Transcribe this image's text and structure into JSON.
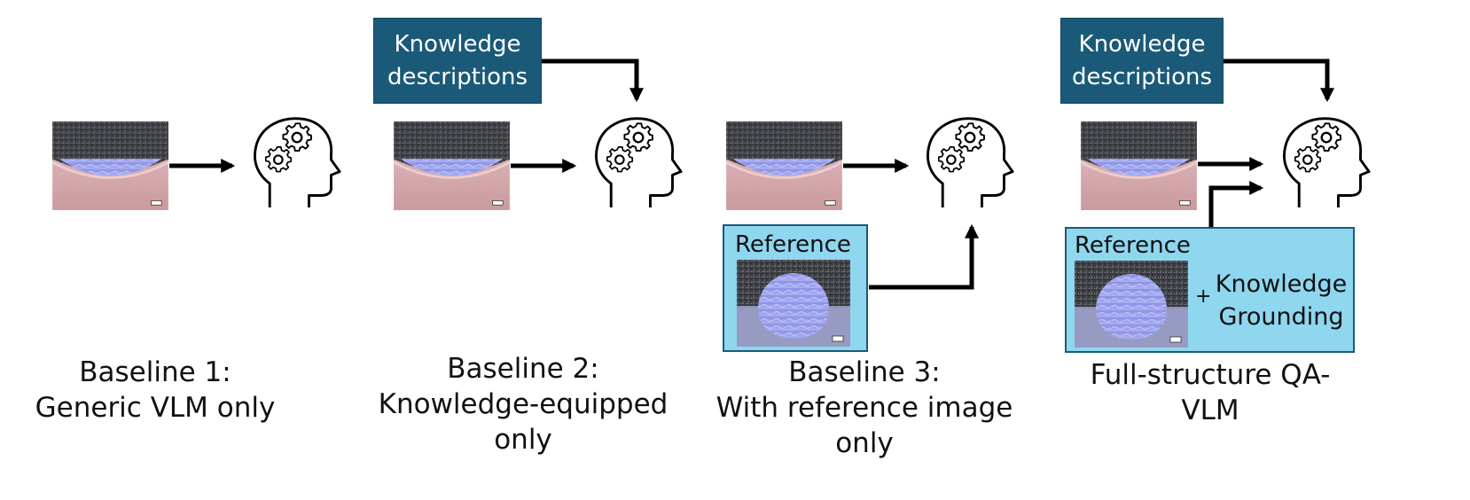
{
  "panels": [
    {
      "caption_lines": [
        "Baseline 1:",
        "Generic VLM only"
      ]
    },
    {
      "knowledge_lines": [
        "Knowledge",
        "descriptions"
      ],
      "caption_lines": [
        "Baseline 2:",
        "Knowledge-equipped",
        "only"
      ]
    },
    {
      "reference_label": "Reference",
      "caption_lines": [
        "Baseline 3:",
        "With reference image",
        "only"
      ]
    },
    {
      "knowledge_lines": [
        "Knowledge",
        "descriptions"
      ],
      "reference_label": "Reference",
      "plus": "+",
      "grounding_lines": [
        "Knowledge",
        "Grounding"
      ],
      "caption_lines": [
        "Full-structure QA-",
        "VLM"
      ]
    }
  ],
  "colors": {
    "knowledge_box": "#1a5a78",
    "reference_box": "#8fd6ef",
    "arrow": "#000000"
  },
  "icons": [
    "micrograph-image",
    "brain-gears-icon",
    "reference-micrograph-image"
  ]
}
